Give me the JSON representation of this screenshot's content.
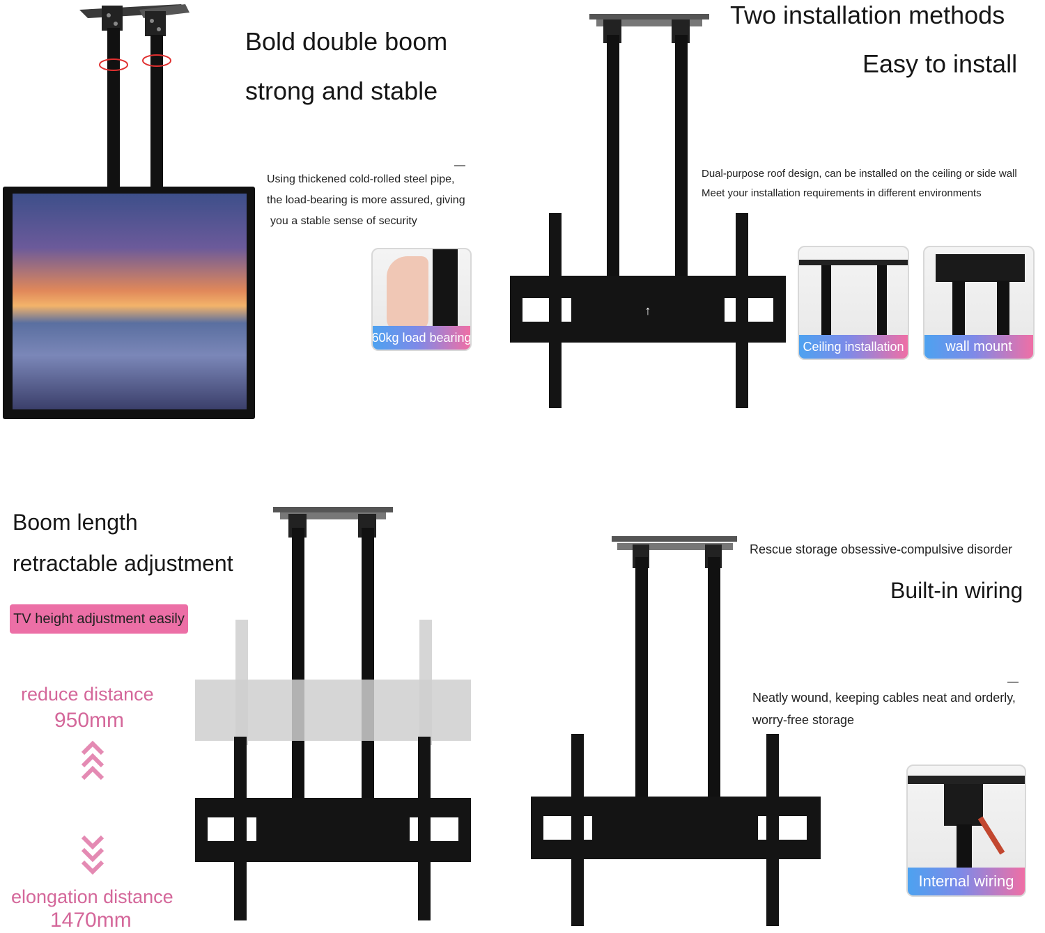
{
  "q1": {
    "title_line1": "Bold double boom",
    "title_line2": "strong and stable",
    "desc_line1": "Using thickened cold-rolled steel pipe,",
    "desc_line2": "the load-bearing is more assured, giving",
    "desc_line3": "you a stable sense of security",
    "dash": "—",
    "badge": "60kg load bearing"
  },
  "q2": {
    "title_line1": "Two installation methods",
    "title_line2": "Easy to install",
    "desc_line1": "Dual-purpose roof design, can be installed on the ceiling or side wall",
    "desc_line2": "Meet your installation requirements in different environments",
    "badge_ceiling": "Ceiling installation",
    "badge_wall": "wall mount"
  },
  "q3": {
    "title_line1": "Boom length",
    "title_line2": "retractable adjustment",
    "pill": "TV height adjustment easily",
    "reduce_label": "reduce distance",
    "reduce_value": "950mm",
    "elong_label": "elongation distance",
    "elong_value": "1470mm"
  },
  "q4": {
    "subtitle": "Rescue storage obsessive-compulsive disorder",
    "title": "Built-in wiring",
    "dash": "—",
    "desc_line1": "Neatly wound, keeping cables neat and orderly,",
    "desc_line2": "worry-free storage",
    "badge": "Internal wiring"
  },
  "colors": {
    "accent_pink": "#d4679a",
    "pill_pink": "#ec6fa6",
    "badge_blue": "#4da2f0",
    "badge_pink": "#ef6fa5",
    "mount_black": "#141414"
  },
  "icons": {
    "up": "chevron-double-up-icon",
    "down": "chevron-double-down-icon",
    "rotate": "rotation-ring-icon"
  }
}
